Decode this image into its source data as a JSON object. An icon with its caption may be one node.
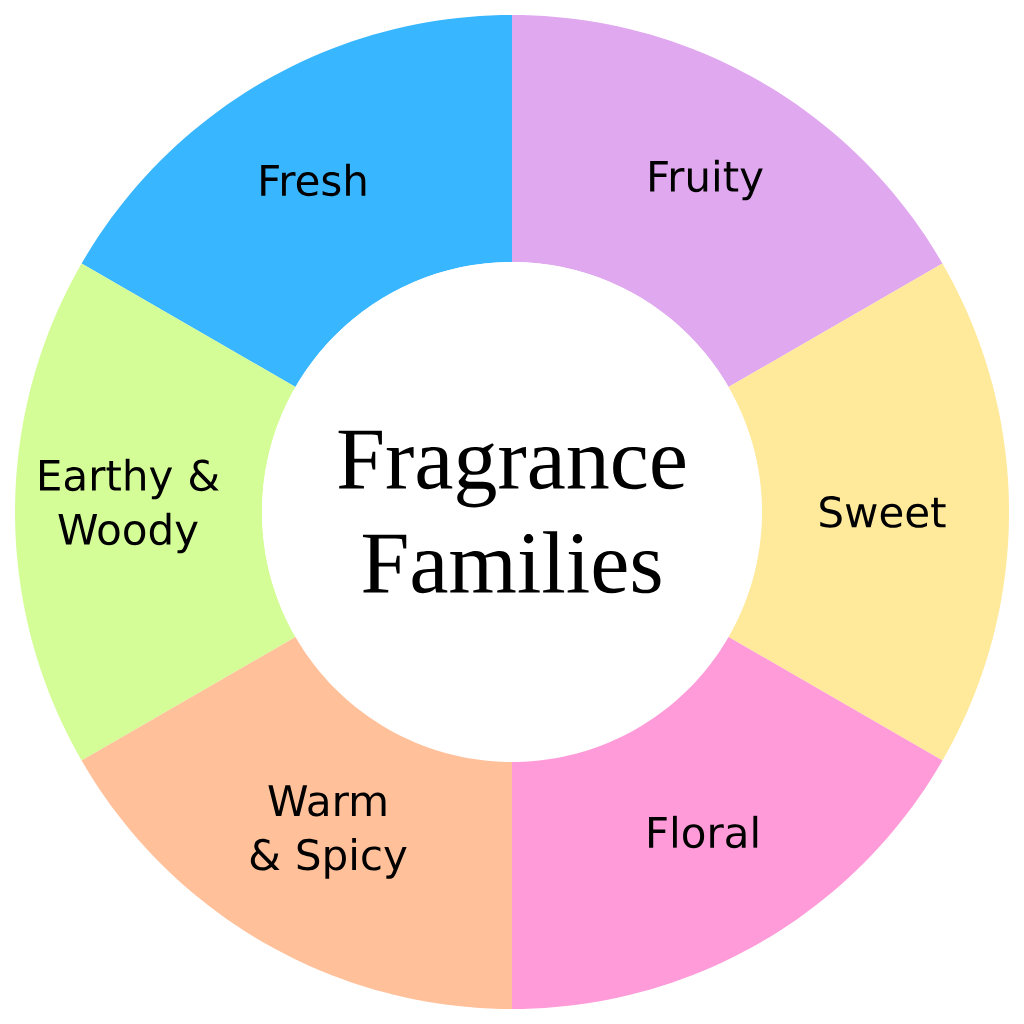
{
  "diagram": {
    "nodes": [
      {
        "text": [
          "Fresh"
        ]
      },
      {
        "text": [
          "Fruity"
        ]
      },
      {
        "text": [
          "Earthy & Woody"
        ]
      },
      {
        "text": [
          "Fragrance Families"
        ]
      },
      {
        "text": [
          "Sweet"
        ]
      },
      {
        "text": [
          "Warm & Spicy"
        ]
      },
      {
        "text": [
          "Floral"
        ]
      }
    ]
  }
}
